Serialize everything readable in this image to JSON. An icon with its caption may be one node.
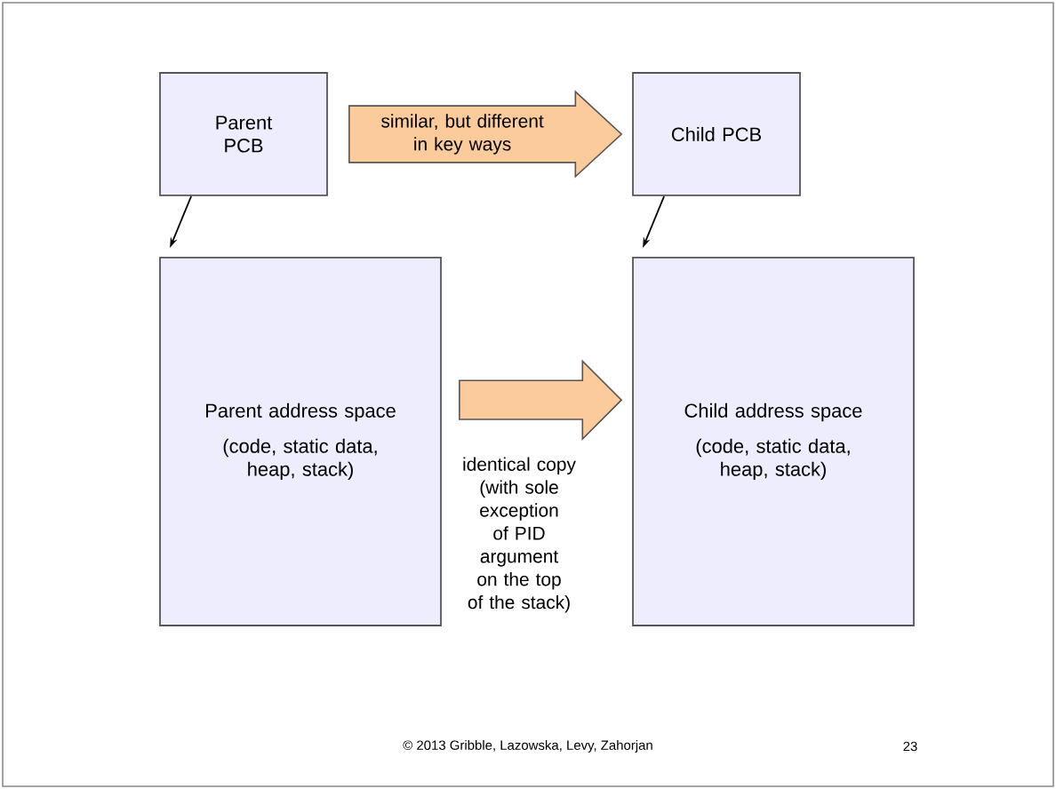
{
  "diagram": {
    "nodes": [
      {
        "text": [
          "Parent PCB"
        ]
      },
      {
        "text": [
          "Child PCB"
        ]
      },
      {
        "text": [
          "Parent address space",
          "(code, static data, heap, stack)"
        ]
      },
      {
        "text": [
          "Child address space",
          "(code, static data, heap, stack)"
        ]
      }
    ],
    "edges": [
      {
        "from": 0,
        "to": 1,
        "arrow": "to",
        "label": "similar, but different in key ways",
        "style": "thick"
      },
      {
        "from": 0,
        "to": 2,
        "arrow": "to"
      },
      {
        "from": 2,
        "to": 3,
        "arrow": "to",
        "label": "identical copy (with sole exception of PID argument on the top of the stack)",
        "style": "thick"
      },
      {
        "from": 1,
        "to": 3,
        "arrow": "to"
      }
    ],
    "labels": [
      "© 2013 Gribble, Lazowska, Levy, Zahorjan",
      "23"
    ]
  }
}
